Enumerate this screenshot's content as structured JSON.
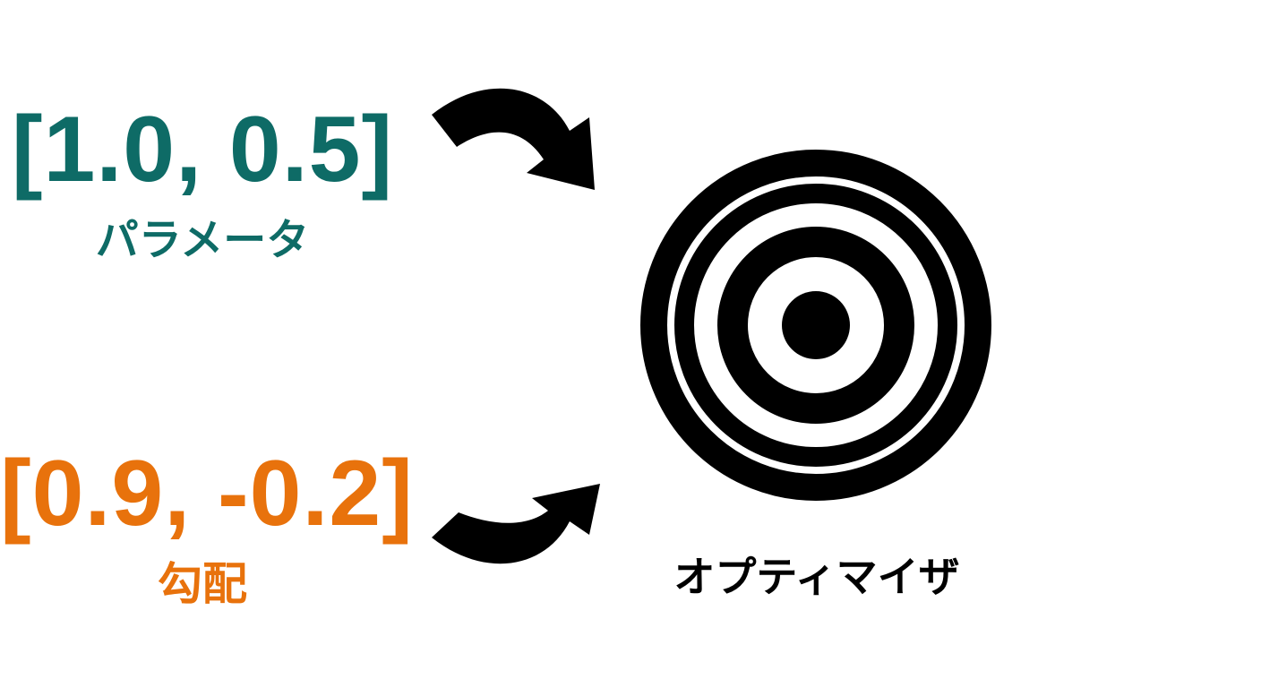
{
  "parameters": {
    "vector_text": "[1.0, 0.5]",
    "label": "パラメータ",
    "color": "#0e6b66"
  },
  "gradient": {
    "vector_text": "[0.9, -0.2]",
    "label": "勾配",
    "color": "#e8720c"
  },
  "optimizer": {
    "label": "オプティマイザ",
    "icon": "target-icon",
    "color": "#000000"
  },
  "arrows": {
    "icon": "curved-arrow-icon",
    "color": "#000000"
  }
}
